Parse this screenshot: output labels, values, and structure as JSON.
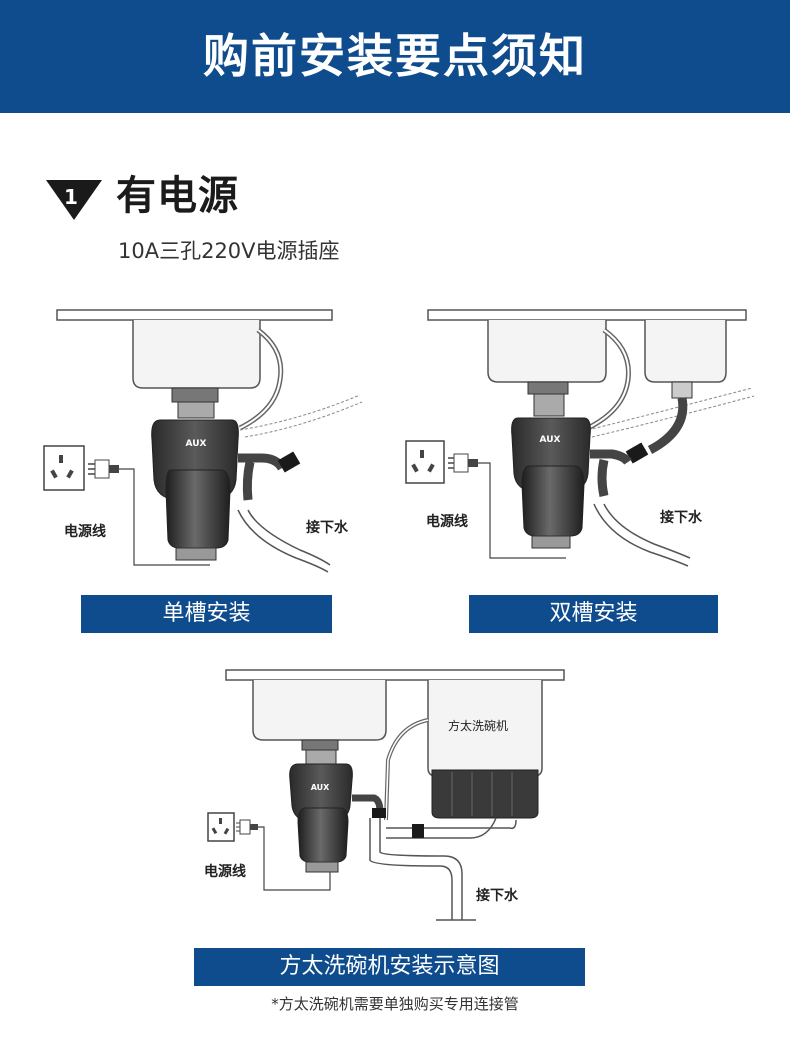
{
  "header": {
    "title": "购前安装要点须知"
  },
  "section": {
    "number": "1",
    "title": "有电源",
    "subtitle": "10A三孔220V电源插座"
  },
  "diagrams": {
    "single": {
      "brand": "AUX",
      "power_label": "电源线",
      "water_label": "接下水",
      "caption": "单槽安装"
    },
    "double": {
      "brand": "AUX",
      "power_label": "电源线",
      "water_label": "接下水",
      "caption": "双槽安装"
    },
    "dishwasher": {
      "brand": "AUX",
      "dishwasher_label": "方太洗碗机",
      "power_label": "电源线",
      "water_label": "接下水",
      "caption": "方太洗碗机安装示意图"
    }
  },
  "footnote": "*方太洗碗机需要单独购买专用连接管",
  "colors": {
    "brand_blue": "#0e4c8e",
    "line": "#555555",
    "unit_dark": "#3a3a3a"
  }
}
